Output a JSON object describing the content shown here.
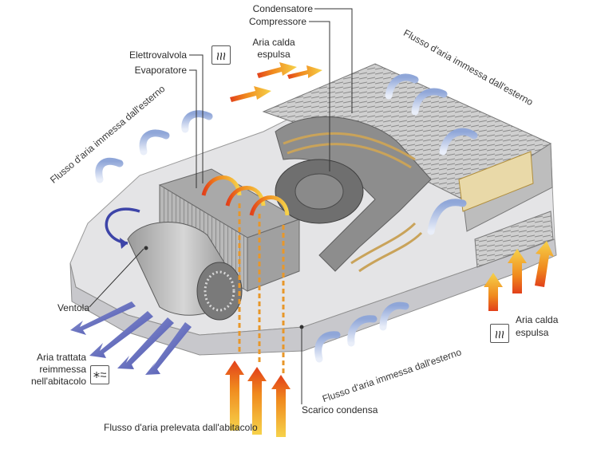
{
  "labels": {
    "condensatore": "Condensatore",
    "compressore": "Compressore",
    "aria_calda_top_1": "Aria calda",
    "aria_calda_top_2": "espulsa",
    "elettrovalvola": "Elettrovalvola",
    "evaporatore": "Evaporatore",
    "flusso_esterno_left": "Flusso d'aria immessa dall'esterno",
    "flusso_esterno_right": "Flusso d'aria immessa dall'esterno",
    "flusso_esterno_bottom": "Flusso d'aria immessa dall'esterno",
    "ventola": "Ventola",
    "aria_trattata_1": "Aria trattata",
    "aria_trattata_2": "reimmessa",
    "aria_trattata_3": "nell'abitacolo",
    "aria_calda_right_1": "Aria calda",
    "aria_calda_right_2": "espulsa",
    "scarico_condensa": "Scarico condensa",
    "flusso_abitacolo": "Flusso d'aria prelevata dall'abitacolo"
  },
  "icons": {
    "heat_top": "heat-waves-icon",
    "heat_right": "heat-waves-icon",
    "cool": "snowflake-airflow-icon"
  },
  "colors": {
    "cold_air": "#4a4fb0",
    "outside_air": "#8fa6d8",
    "hot_air": "#f08a1e",
    "hot_air_tip": "#e2401a",
    "housing": "#d9d9dc",
    "pipe": "#c9a35a"
  }
}
